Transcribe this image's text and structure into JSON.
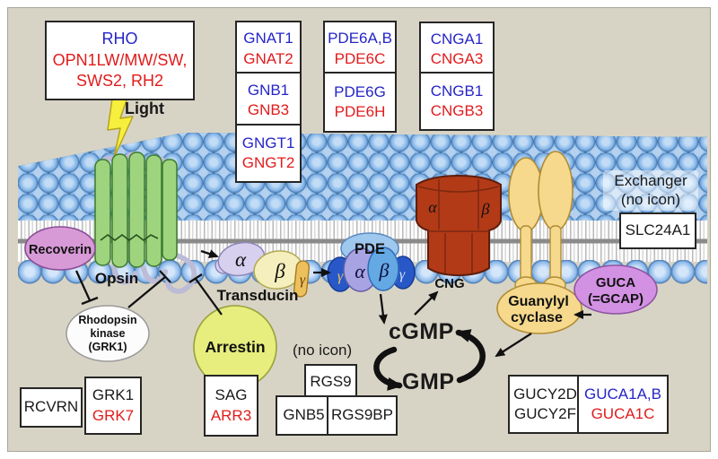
{
  "colors": {
    "background": "#d8d4c5",
    "gene_blue": "#2525c8",
    "gene_red": "#e21b1b",
    "membrane_ball": "#7fb2e6",
    "opsin_green": "#9ed47e",
    "loop_gray": "#bcbcd6",
    "lightning_yellow": "#f6ef3d",
    "recoverin_purple": "#d79ad7",
    "arrestin_yellow": "#e7ee7d",
    "transducin_alpha": "#d7d0ef",
    "transducin_beta": "#f4efbc",
    "transducin_gamma": "#edc05e",
    "pde_alpha": "#a8a4e4",
    "pde_beta": "#64a8e4",
    "pde_gamma": "#2858c8",
    "cng_red": "#b23a17",
    "guanylyl_yellow": "#f6d98c",
    "guca_purple": "#d391e3"
  },
  "boxes": {
    "opsin_genes": [
      "RHO",
      "OPN1LW/MW/SW,",
      "SWS2, RH2"
    ],
    "gnat": [
      "GNAT1",
      "GNAT2"
    ],
    "gnb": [
      "GNB1",
      "GNB3"
    ],
    "gngt": [
      "GNGT1",
      "GNGT2"
    ],
    "pde6ab": [
      "PDE6A,B",
      "PDE6C"
    ],
    "pde6gh": [
      "PDE6G",
      "PDE6H"
    ],
    "cnga": [
      "CNGA1",
      "CNGA3"
    ],
    "cngb": [
      "CNGB1",
      "CNGB3"
    ],
    "slc24a1": [
      "SLC24A1"
    ],
    "rcvrn": [
      "RCVRN"
    ],
    "grk": [
      "GRK1",
      "GRK7"
    ],
    "sag": [
      "SAG",
      "ARR3"
    ],
    "rgs9": [
      "RGS9"
    ],
    "gnb5": [
      "GNB5"
    ],
    "rgs9bp": [
      "RGS9BP"
    ],
    "gucy2": [
      "GUCY2D",
      "GUCY2F"
    ],
    "guca1": [
      "GUCA1A,B",
      "GUCA1C"
    ]
  },
  "labels": {
    "light": "Light",
    "opsin": "Opsin",
    "recoverin": "Recoverin",
    "rhodopsin_kinase_line1": "Rhodopsin",
    "rhodopsin_kinase_line2": "kinase",
    "rhodopsin_kinase_line3": "(GRK1)",
    "arrestin": "Arrestin",
    "transducin": "Transducin",
    "pde": "PDE",
    "cng": "CNG",
    "guanylyl_line1": "Guanylyl",
    "guanylyl_line2": "cyclase",
    "guca_line1": "GUCA",
    "guca_line2": "(=GCAP)",
    "exchanger_line1": "Exchanger",
    "exchanger_line2": "(no icon)",
    "no_icon": "(no icon)",
    "cgmp": "cGMP",
    "gmp": "GMP",
    "alpha": "α",
    "beta": "β",
    "gamma": "γ"
  }
}
